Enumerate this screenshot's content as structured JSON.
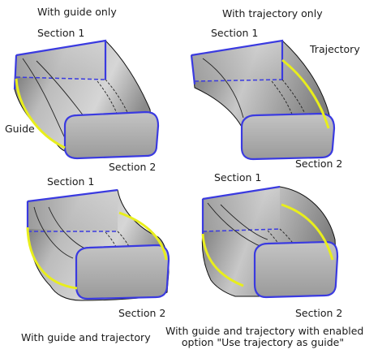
{
  "panels": [
    {
      "title": "With guide only",
      "section1": "Section 1",
      "section2": "Section 2",
      "guide": "Guide"
    },
    {
      "title": "With trajectory only",
      "section1": "Section 1",
      "section2": "Section 2",
      "trajectory": "Trajectory"
    },
    {
      "title": "With guide and trajectory",
      "section1": "Section 1",
      "section2": "Section 2"
    },
    {
      "title_line1": "With guide and trajectory with enabled",
      "title_line2": "option \"Use trajectory as guide\"",
      "section1": "Section 1",
      "section2": "Section 2"
    }
  ],
  "colors": {
    "section_edge": "#3a3ae0",
    "guide_curve": "#e8ee1c",
    "surface_light": "#d0d0d0",
    "surface_mid": "#a6a6a6",
    "surface_dark": "#6b6b6b",
    "outline": "#111111"
  }
}
